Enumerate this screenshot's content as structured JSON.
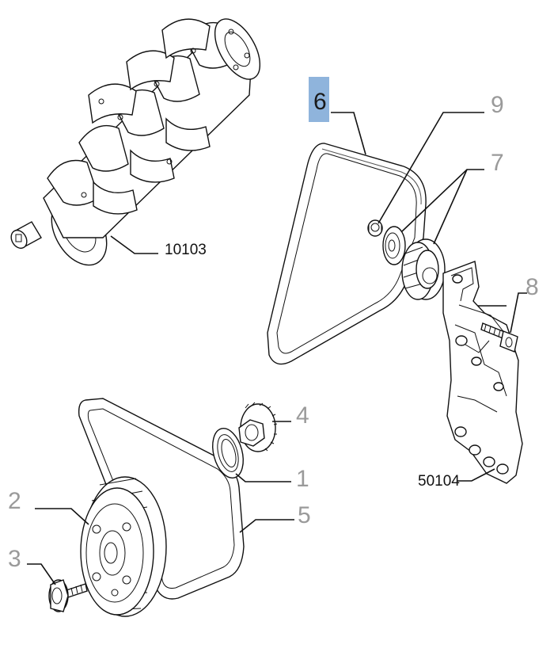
{
  "selection": {
    "part": "6",
    "highlight_color": "#8fb4dc"
  },
  "callouts": {
    "crankshaft": "10103",
    "bracket": "50104",
    "belt_upper": "6",
    "plug": "9",
    "idler": "7",
    "bolt_upper": "8",
    "gear": "4",
    "seal": "1",
    "pulley": "2",
    "bolt_lower": "3",
    "belt_lower": "5"
  },
  "colors": {
    "line": "#111111",
    "part_label": "#9a9a9a",
    "ref_label": "#111111"
  }
}
